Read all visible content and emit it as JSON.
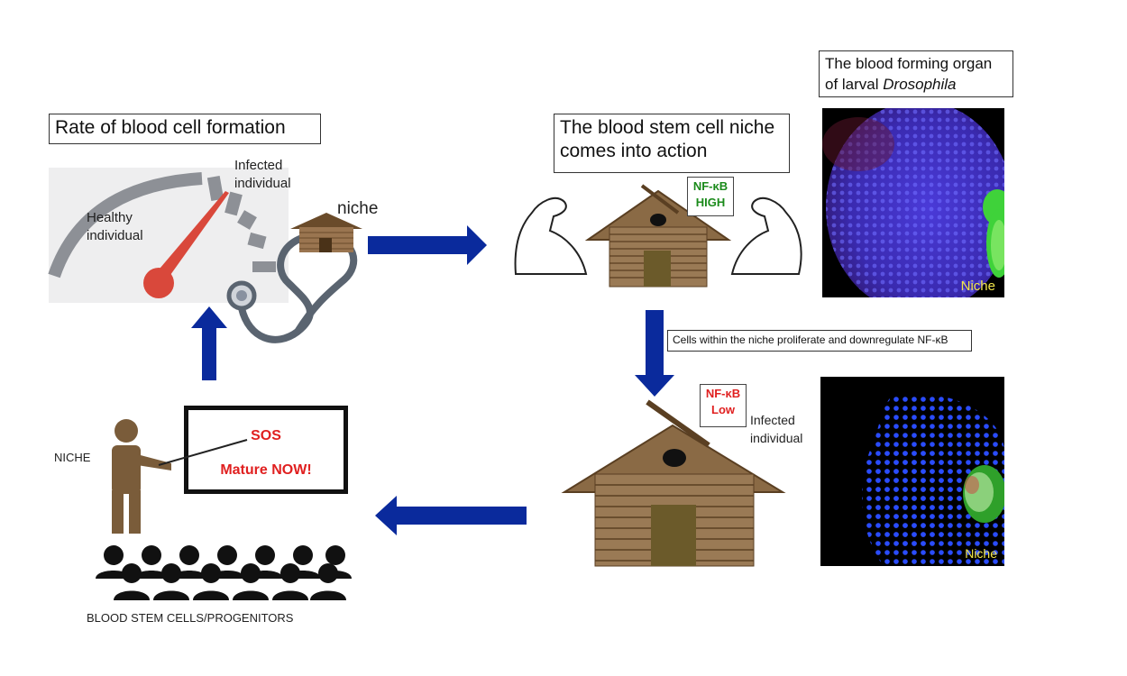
{
  "gauge": {
    "title": "Rate of blood cell formation",
    "healthy_label": "Healthy individual",
    "infected_label": "Infected individual",
    "niche_label": "niche"
  },
  "niche_action": {
    "title": "The blood stem cell niche comes into action",
    "nfkb_high": "NF-κB HIGH",
    "nfkb_high_color": "#1a8a1a"
  },
  "organ": {
    "title_prefix": "The blood forming organ of larval ",
    "title_italic": "Drosophila",
    "niche_label_top": "Niche",
    "niche_label_bottom": "Niche",
    "label_color": "#f2e64a"
  },
  "process": {
    "caption": "Cells within the niche proliferate and downregulate NF-κB",
    "nfkb_low": "NF-κB Low",
    "nfkb_low_color": "#e02020",
    "infected_label": "Infected individual"
  },
  "classroom": {
    "niche_label": "NICHE",
    "board_line1": "SOS",
    "board_line2": "Mature NOW!",
    "board_color": "#e02020",
    "audience_label": "BLOOD STEM CELLS/PROGENITORS"
  },
  "colors": {
    "arrow": "#0a2a9c",
    "wood": "#7a5c3a",
    "needle": "#d9483b"
  }
}
